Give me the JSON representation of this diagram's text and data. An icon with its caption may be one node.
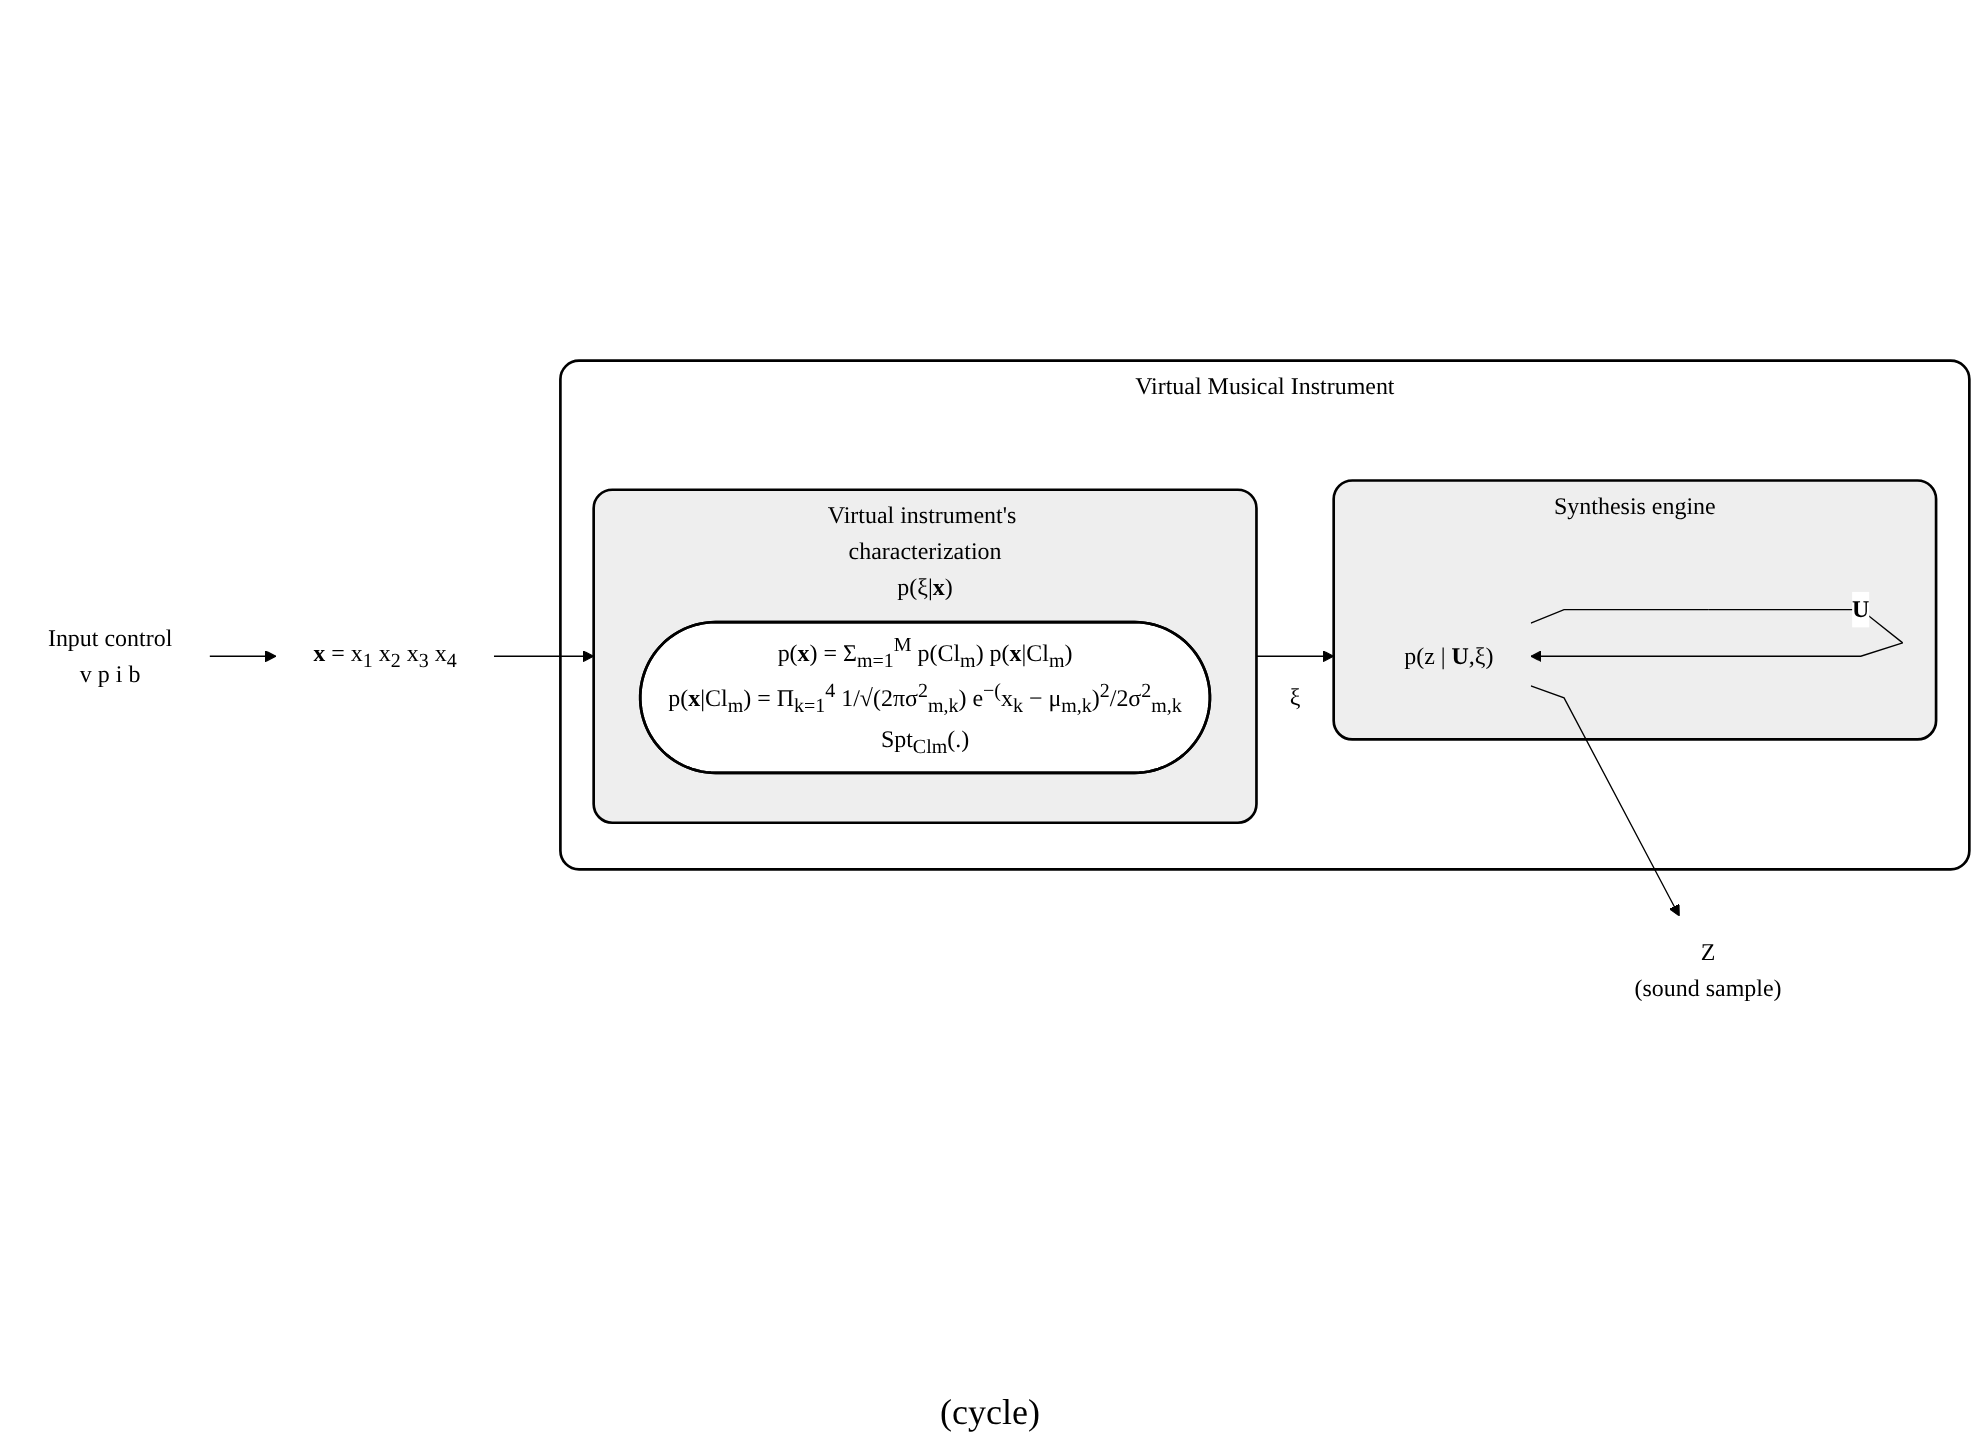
{
  "diagram": {
    "nodes": [
      {
        "text": [
          "Virtual Musical Instrument"
        ]
      },
      {
        "text": [
          "Virtual instrument's characterization",
          "p(ξ|**x**)"
        ],
        "in": 0
      },
      {
        "text": [
          "p(**x**) = Σ$_{m=1}$$^{M}$ p(Cl$_{m}$) p(**x**|Cl$_{m}$)",
          "p(**x**|Cl$_{m}$) = Π$_{k=1}$$^{4}$ 1/√(2πσ$^{2}$$_{m,k}$) e$^{−(}$x$_{k}$ − μ$_{m,k}$)$^{2}$/2σ$^{2}$$_{m,k}$",
          "Spt$_{Clm}$(.)"
        ],
        "in": 1
      },
      {
        "text": [
          "Synthesis engine"
        ],
        "in": 0
      },
      {
        "text": [
          "p(z | **U**,ξ)"
        ],
        "in": 3
      },
      {
        "text": [
          "Input control",
          "v p i b"
        ]
      },
      {
        "text": [
          "**x** = x$_{1}$ x$_{2}$ x$_{3}$ x$_{4}$"
        ]
      },
      {
        "text": [
          "Z",
          "(sound sample)"
        ]
      }
    ],
    "edges": [
      {
        "from": 5,
        "to": 6,
        "arrow": "to"
      },
      {
        "from": 6,
        "to": 1,
        "arrow": "to"
      },
      {
        "from": 1,
        "to": 3,
        "arrow": "to",
        "label": "ξ"
      },
      {
        "from": 4,
        "to": 7,
        "arrow": "to"
      },
      {
        "from": 4,
        "to": 4,
        "arrow": "to",
        "label": "**U**"
      }
    ],
    "labels": [
      "(cycle)"
    ]
  }
}
